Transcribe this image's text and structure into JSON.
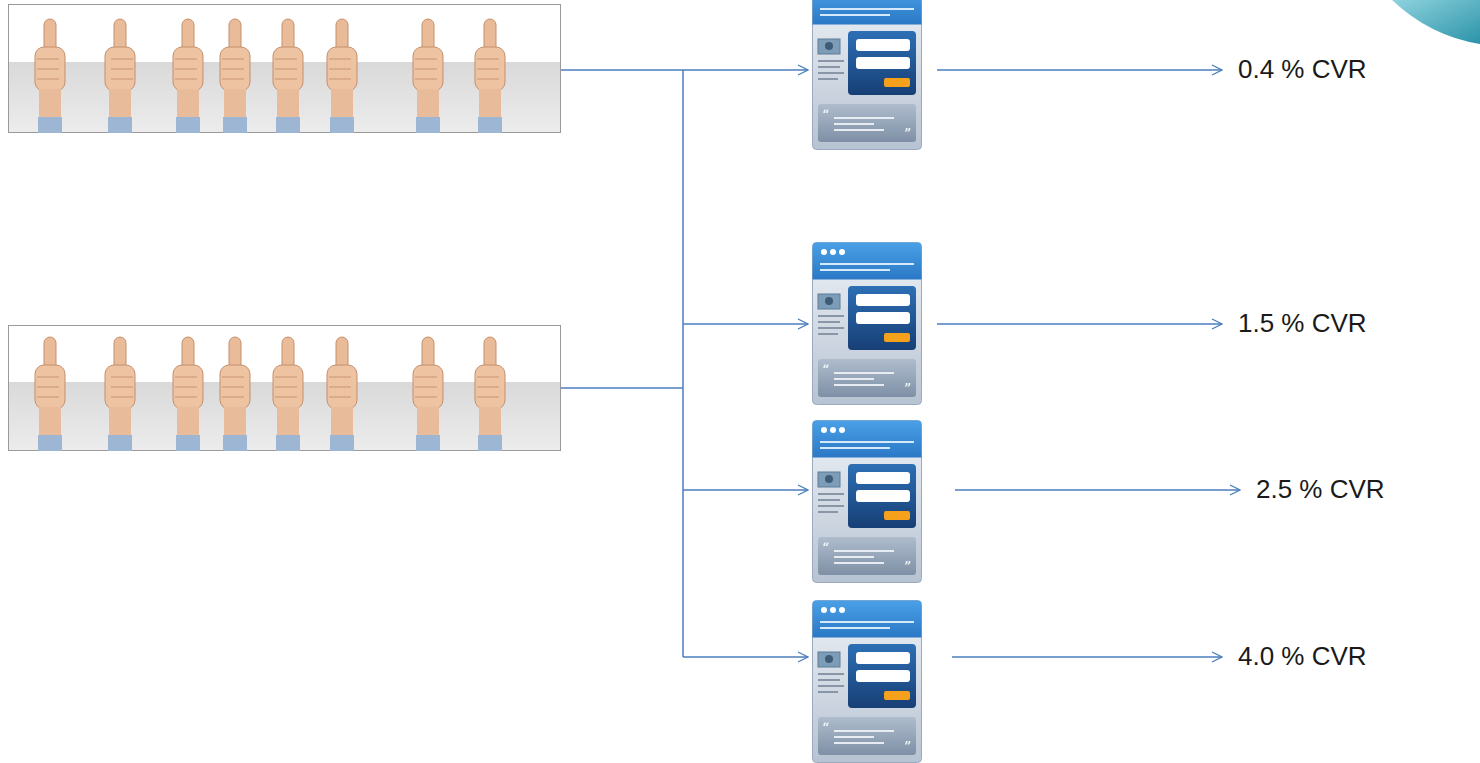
{
  "diagram": {
    "labels": [
      "0.4 % CVR",
      "1.5 % CVR",
      "2.5 % CVR",
      "4.0 % CVR"
    ]
  }
}
